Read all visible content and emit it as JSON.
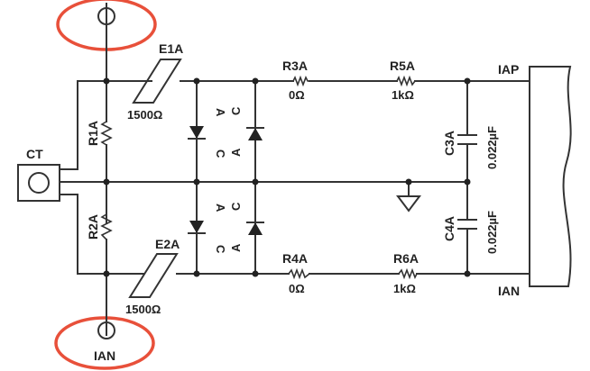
{
  "highlight_color": "#e8503a",
  "labels": {
    "ct": "CT",
    "e1a": "E1A",
    "e1a_val": "1500Ω",
    "e2a": "E2A",
    "e2a_val": "1500Ω",
    "r1a": "R1A",
    "r2a": "R2A",
    "r3a": "R3A",
    "r3a_val": "0Ω",
    "r4a": "R4A",
    "r4a_val": "0Ω",
    "r5a": "R5A",
    "r5a_val": "1kΩ",
    "r6a": "R6A",
    "r6a_val": "1kΩ",
    "c3a": "C3A",
    "c3a_val": "0.022µF",
    "c4a": "C4A",
    "c4a_val": "0.022µF",
    "iap": "IAP",
    "ian_out": "IAN",
    "ian_bottom": "IAN",
    "diode_a": "A",
    "diode_c": "C"
  }
}
